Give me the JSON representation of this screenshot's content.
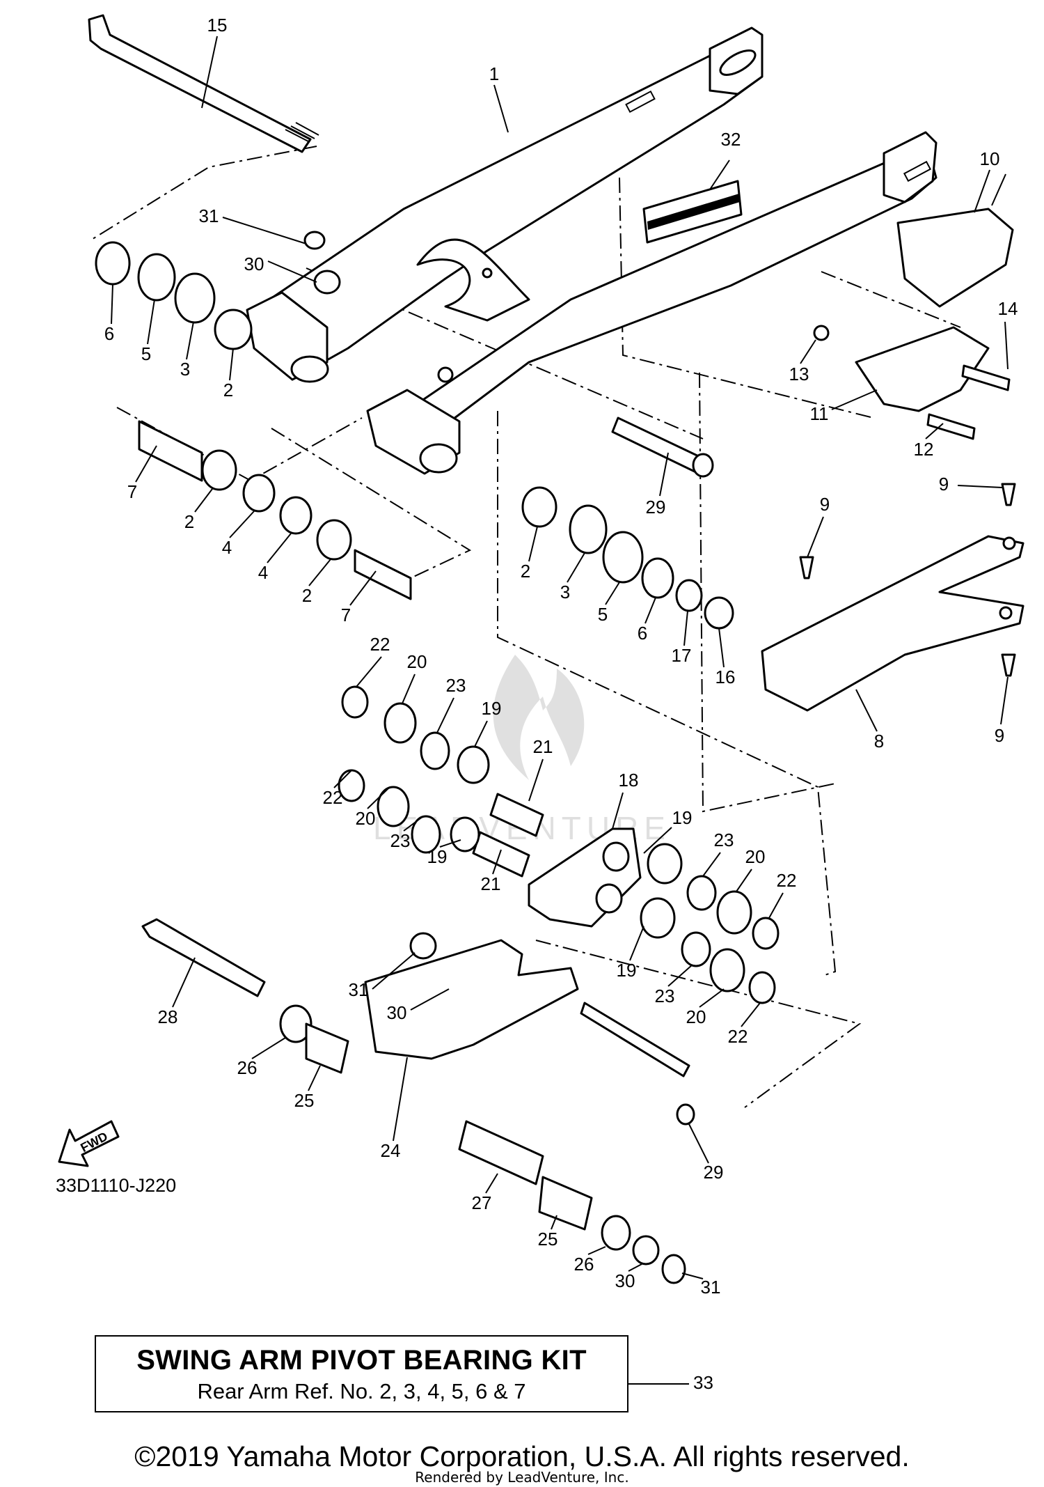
{
  "diagram_code": "33D1110-J220",
  "fwd_label": "FWD",
  "watermark_text": "LEADVENTURE",
  "kit": {
    "title": "SWING ARM PIVOT BEARING KIT",
    "subtitle": "Rear Arm Ref. No. 2, 3, 4, 5, 6 & 7",
    "ref_number": "33"
  },
  "copyright": "©2019 Yamaha Motor Corporation, U.S.A. All rights reserved.",
  "rendered_by": "Rendered by LeadVenture, Inc.",
  "callouts": [
    {
      "id": "c15",
      "label": "15"
    },
    {
      "id": "c1",
      "label": "1"
    },
    {
      "id": "c32",
      "label": "32"
    },
    {
      "id": "c10",
      "label": "10"
    },
    {
      "id": "c31a",
      "label": "31"
    },
    {
      "id": "c30a",
      "label": "30"
    },
    {
      "id": "c6a",
      "label": "6"
    },
    {
      "id": "c5a",
      "label": "5"
    },
    {
      "id": "c3a",
      "label": "3"
    },
    {
      "id": "c2a",
      "label": "2"
    },
    {
      "id": "c14",
      "label": "14"
    },
    {
      "id": "c13",
      "label": "13"
    },
    {
      "id": "c11",
      "label": "11"
    },
    {
      "id": "c12",
      "label": "12"
    },
    {
      "id": "c7a",
      "label": "7"
    },
    {
      "id": "c2b",
      "label": "2"
    },
    {
      "id": "c4a",
      "label": "4"
    },
    {
      "id": "c4b",
      "label": "4"
    },
    {
      "id": "c2c",
      "label": "2"
    },
    {
      "id": "c7b",
      "label": "7"
    },
    {
      "id": "c29a",
      "label": "29"
    },
    {
      "id": "c9a",
      "label": "9"
    },
    {
      "id": "c9b",
      "label": "9"
    },
    {
      "id": "c2d",
      "label": "2"
    },
    {
      "id": "c3b",
      "label": "3"
    },
    {
      "id": "c5b",
      "label": "5"
    },
    {
      "id": "c6b",
      "label": "6"
    },
    {
      "id": "c17",
      "label": "17"
    },
    {
      "id": "c16",
      "label": "16"
    },
    {
      "id": "c8",
      "label": "8"
    },
    {
      "id": "c9c",
      "label": "9"
    },
    {
      "id": "c22a",
      "label": "22"
    },
    {
      "id": "c20a",
      "label": "20"
    },
    {
      "id": "c23a",
      "label": "23"
    },
    {
      "id": "c19a",
      "label": "19"
    },
    {
      "id": "c21a",
      "label": "21"
    },
    {
      "id": "c18",
      "label": "18"
    },
    {
      "id": "c22b",
      "label": "22"
    },
    {
      "id": "c20b",
      "label": "20"
    },
    {
      "id": "c23b",
      "label": "23"
    },
    {
      "id": "c19b",
      "label": "19"
    },
    {
      "id": "c21b",
      "label": "21"
    },
    {
      "id": "c19c",
      "label": "19"
    },
    {
      "id": "c23c",
      "label": "23"
    },
    {
      "id": "c20c",
      "label": "20"
    },
    {
      "id": "c22c",
      "label": "22"
    },
    {
      "id": "c19d",
      "label": "19"
    },
    {
      "id": "c23d",
      "label": "23"
    },
    {
      "id": "c20d",
      "label": "20"
    },
    {
      "id": "c22d",
      "label": "22"
    },
    {
      "id": "c31b",
      "label": "31"
    },
    {
      "id": "c30b",
      "label": "30"
    },
    {
      "id": "c28",
      "label": "28"
    },
    {
      "id": "c26a",
      "label": "26"
    },
    {
      "id": "c25a",
      "label": "25"
    },
    {
      "id": "c24",
      "label": "24"
    },
    {
      "id": "c29b",
      "label": "29"
    },
    {
      "id": "c27",
      "label": "27"
    },
    {
      "id": "c25b",
      "label": "25"
    },
    {
      "id": "c26b",
      "label": "26"
    },
    {
      "id": "c30c",
      "label": "30"
    },
    {
      "id": "c31c",
      "label": "31"
    }
  ]
}
